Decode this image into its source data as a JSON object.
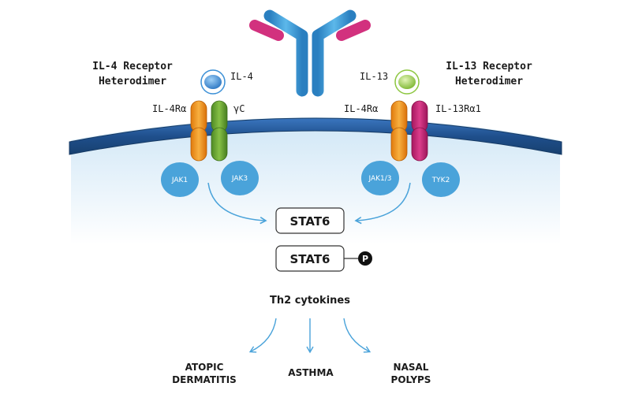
{
  "colors": {
    "membrane": "#1f4f8c",
    "membrane_highlight": "#3a76bf",
    "cytoplasm": "#d8ecf8",
    "jak": "#4aa3da",
    "arrow": "#4aa3da",
    "il4ra": "#f39a1c",
    "gamma_c": "#6aa533",
    "il13ra1": "#c0237a",
    "antibody_blue": "#3aa0d8",
    "antibody_pink": "#d2317e",
    "il4_ligand": "#3a8fd6",
    "il13_ligand": "#8cc63f"
  },
  "left_receptor": {
    "title_line1": "IL-4 Receptor",
    "title_line2": "Heterodimer",
    "ligand": "IL-4",
    "chain_a": "IL-4Rα",
    "chain_b": "γC",
    "kinase_a": "JAK1",
    "kinase_b": "JAK3"
  },
  "right_receptor": {
    "title_line1": "IL-13 Receptor",
    "title_line2": "Heterodimer",
    "ligand": "IL-13",
    "chain_a": "IL-4Rα",
    "chain_b": "IL-13Rα1",
    "kinase_a": "JAK1/3",
    "kinase_b": "TYK2"
  },
  "signaling": {
    "stat": "STAT6",
    "stat_phospho": "STAT6",
    "phospho_symbol": "P",
    "cytokines": "Th2 cytokines"
  },
  "outcomes": [
    {
      "line1": "ATOPIC",
      "line2": "DERMATITIS"
    },
    {
      "line1": "ASTHMA",
      "line2": ""
    },
    {
      "line1": "NASAL",
      "line2": "POLYPS"
    }
  ]
}
